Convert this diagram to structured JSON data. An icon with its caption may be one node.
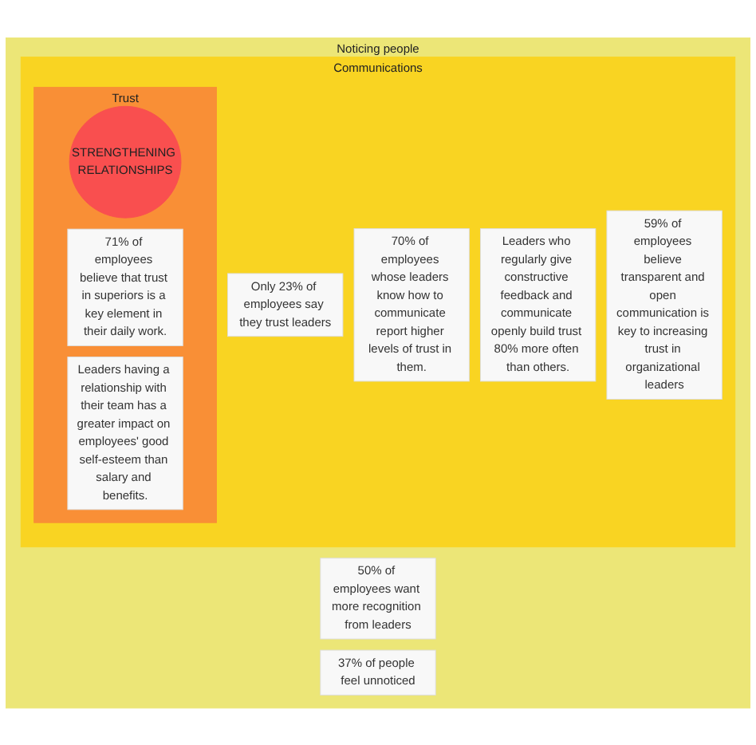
{
  "diagram": {
    "nodes": [
      {
        "text": [
          "Noticing people"
        ]
      },
      {
        "text": [
          "Communications"
        ],
        "in": 0
      },
      {
        "text": [
          "Trust"
        ],
        "in": 1
      },
      {
        "text": [
          "STRENGTHENING RELATIONSHIPS"
        ],
        "in": 2
      },
      {
        "text": [
          "50% of employees want more recognition from leaders"
        ],
        "in": 0
      },
      {
        "text": [
          "Only 23% of employees say they trust leaders"
        ],
        "in": 1
      },
      {
        "text": [
          "37% of people feel unnoticed"
        ],
        "in": 0
      },
      {
        "text": [
          "71% of employees believe that trust in superiors is a key element in their daily work."
        ],
        "in": 2
      },
      {
        "text": [
          "70% of employees whose leaders know how to communicate report higher levels of trust in them."
        ],
        "in": 1
      },
      {
        "text": [
          "Leaders having a relationship with their team has a greater impact on employees' good self-esteem than salary and benefits."
        ],
        "in": 2
      },
      {
        "text": [
          "Leaders who regularly give constructive feedback and communicate openly build trust 80% more often than others."
        ],
        "in": 1
      },
      {
        "text": [
          "59% of employees believe transparent and open communication is key to increasing trust in organizational leaders"
        ],
        "in": 1
      }
    ]
  }
}
